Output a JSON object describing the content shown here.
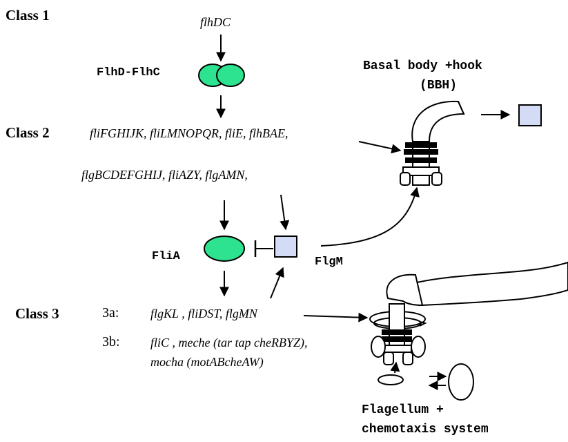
{
  "labels": {
    "class1": "Class 1",
    "class2": "Class 2",
    "class3": "Class 3",
    "flhDC": "flhDC",
    "flhD_flhC": "FlhD-FlhC",
    "class2_genes_line1": "fliFGHIJK, fliLMNOPQR, fliE, flhBAE,",
    "class2_genes_line2": "flgBCDEFGHIJ, fliAZY, flgAMN,",
    "fliA": "FliA",
    "flgM": "FlgM",
    "sub3a": "3a:",
    "sub3b": "3b:",
    "class3a_genes": "flgKL , fliDST, flgMN",
    "class3b_genes_line1": "fliC , meche (tar tap cheRBYZ),",
    "class3b_genes_line2": "mocha (motABcheAW)",
    "bbh_line1": "Basal body +hook",
    "bbh_line2": "(BBH)",
    "flagellum_line1": "Flagellum +",
    "flagellum_line2": "chemotaxis system"
  },
  "colors": {
    "protein_green": "#2de38f",
    "box_fill": "#d4dcf5",
    "line": "#000000"
  },
  "icons": [
    "flhD-flhC-dimer",
    "fliA-oval",
    "flgM-box",
    "bbh-structure",
    "flagellum-structure"
  ]
}
